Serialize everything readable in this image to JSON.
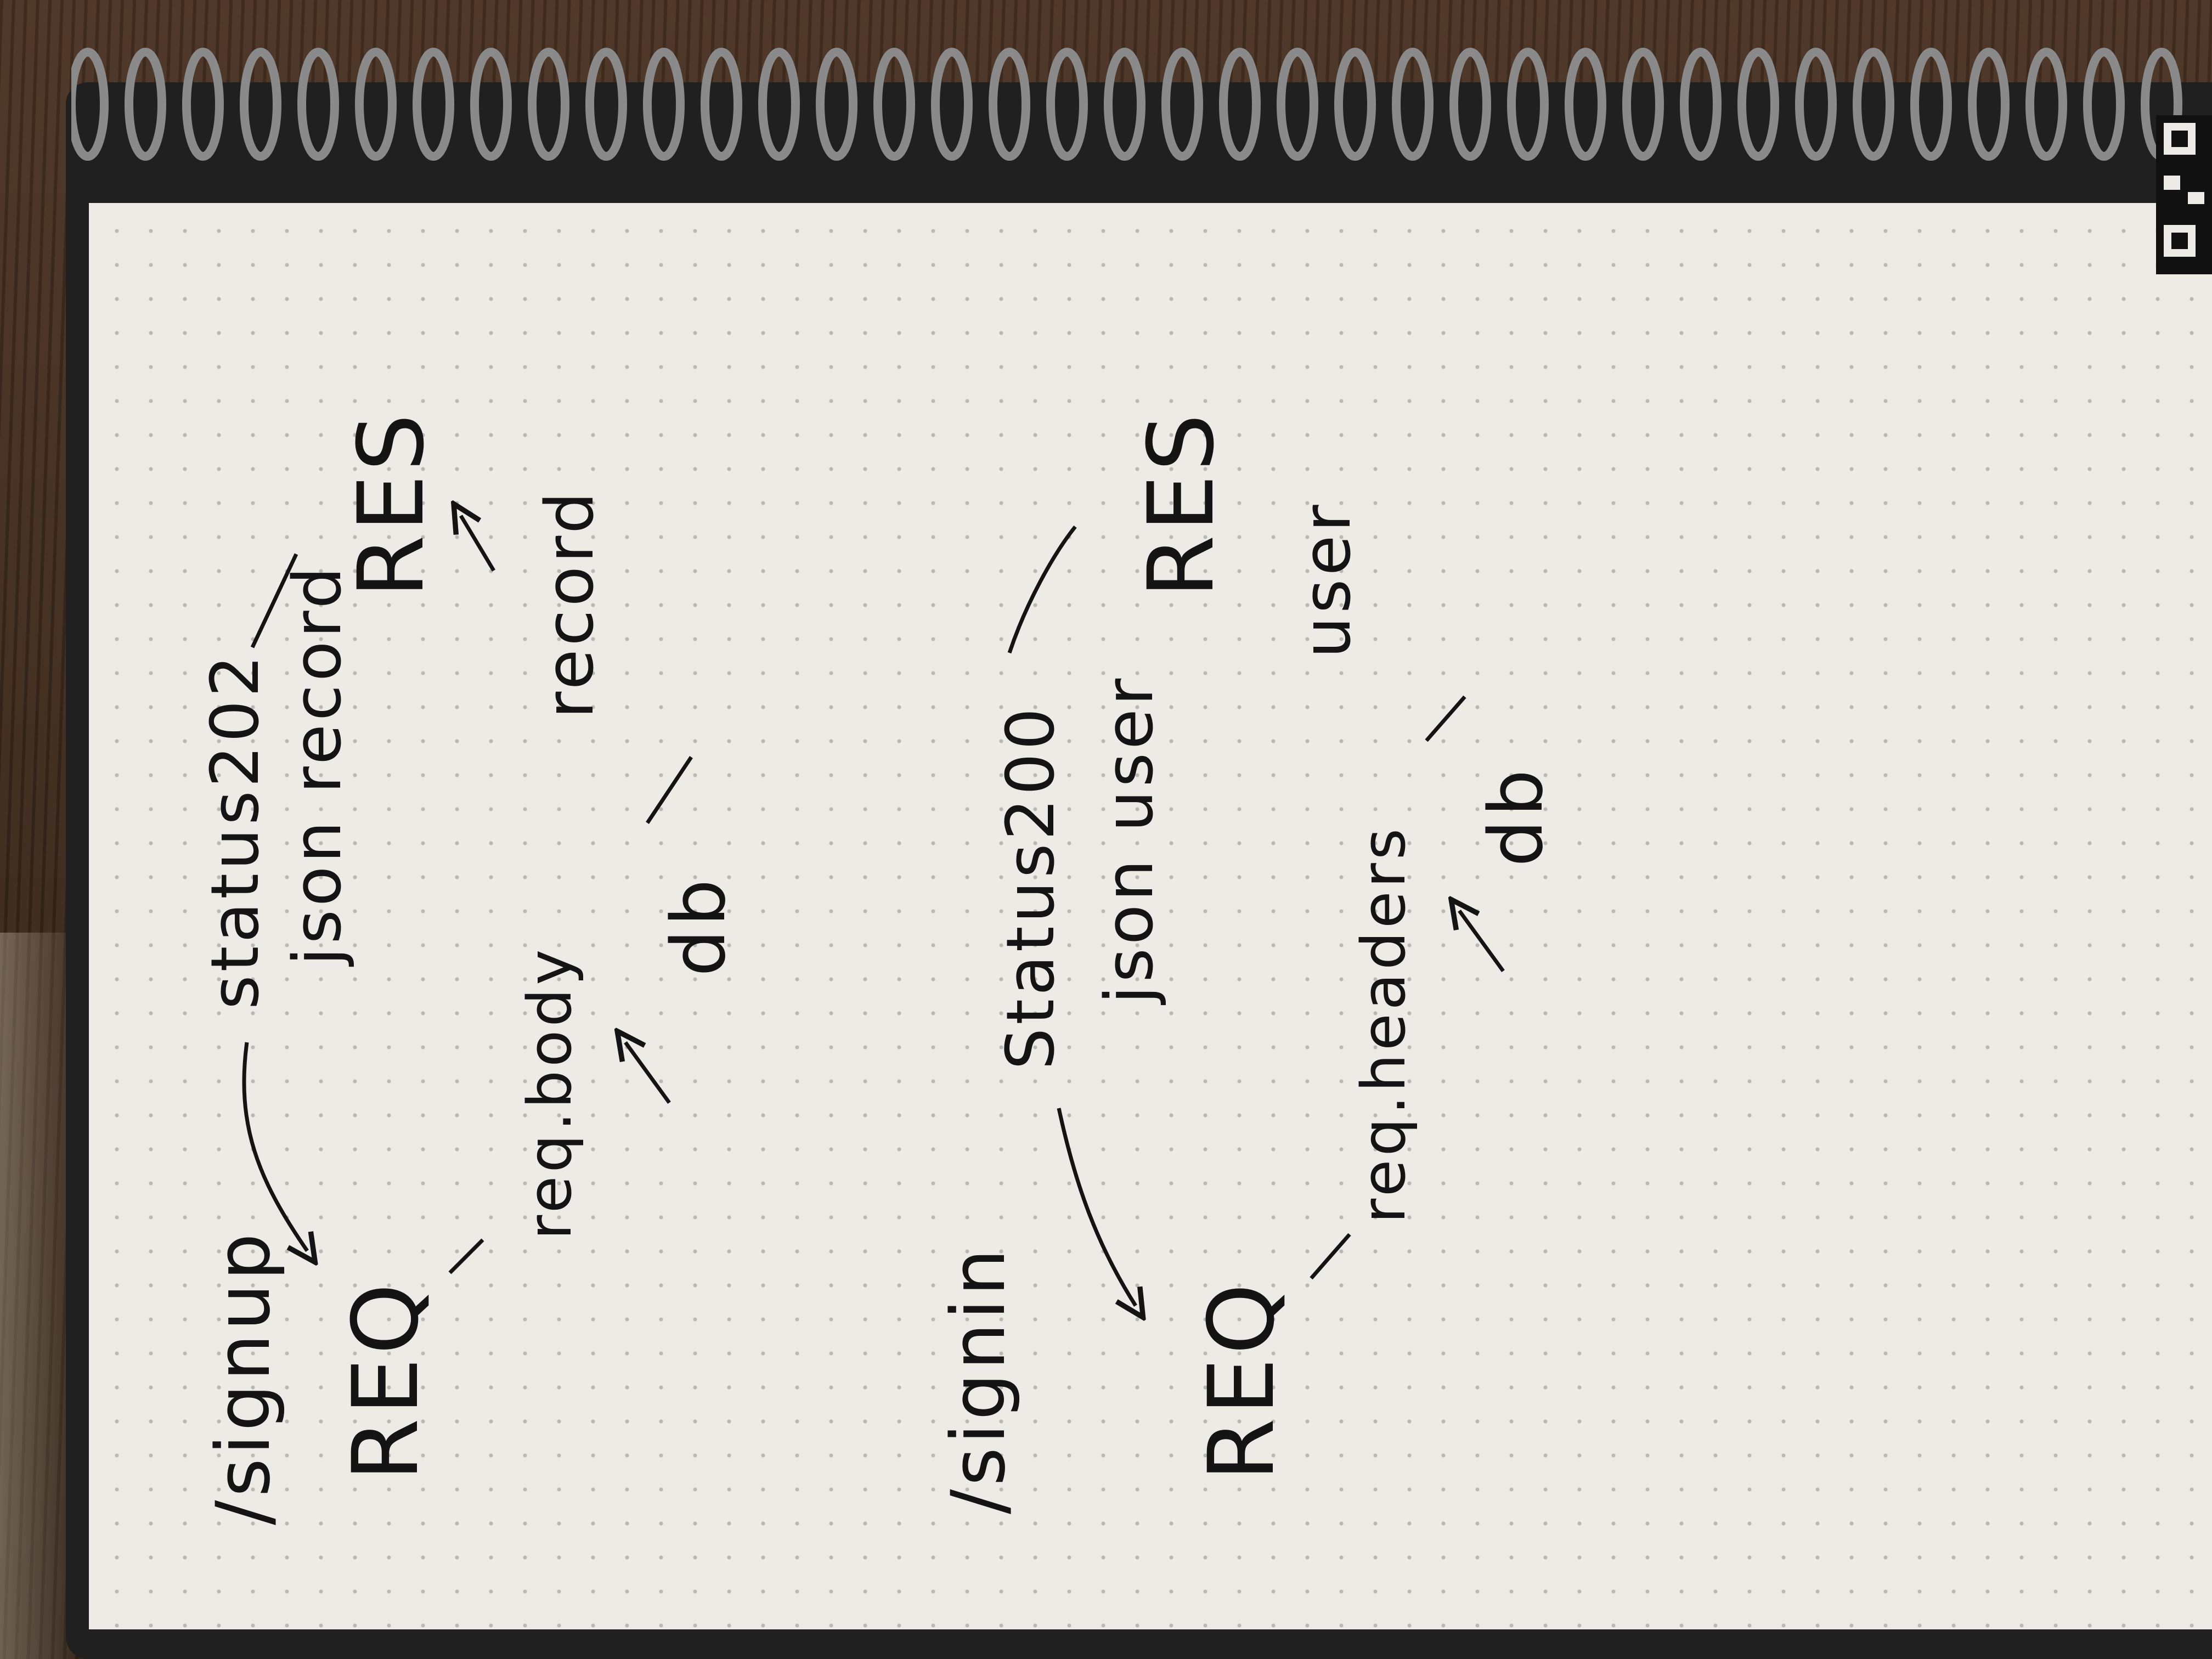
{
  "colors": {
    "ink": "#141414",
    "paper": "#ecebe6",
    "cover": "#202020",
    "spiral": "#8a8a8a"
  },
  "diagram_signup": {
    "route": "/signup",
    "req": "REQ",
    "res": "RES",
    "db": "db",
    "req_body": "req.body",
    "record": "record",
    "status": "status202",
    "json": "json record"
  },
  "diagram_signin": {
    "route": "/signin",
    "req": "REQ",
    "res": "RES",
    "db": "db",
    "req_headers": "req.headers",
    "user": "user",
    "status": "Status200",
    "json": "json user"
  }
}
